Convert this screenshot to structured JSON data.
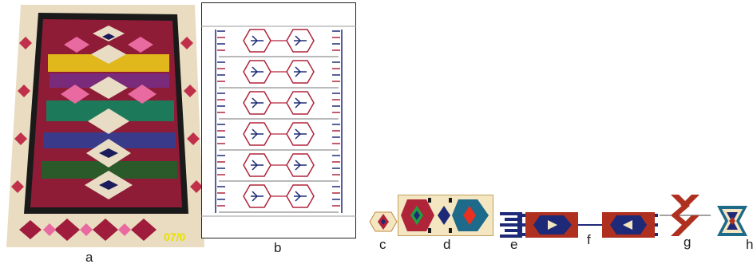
{
  "labels": {
    "a": "a",
    "b": "b",
    "c": "c",
    "d": "d",
    "e": "e",
    "f": "f",
    "g": "g",
    "h": "h"
  },
  "photo_date_stamp": "07/0",
  "colors": {
    "kilim_red": "#a01c3c",
    "kilim_pink": "#e86aa0",
    "kilim_yellow": "#e0b81c",
    "kilim_green": "#1c7a5a",
    "kilim_navy": "#1c1c5c",
    "kilim_cream": "#f0e6c8",
    "motif_red": "#b0243a",
    "motif_blue": "#1e2a78",
    "motif_brick": "#b03020",
    "motif_teal": "#1e6a8a",
    "motif_green": "#20a040",
    "motif_cream": "#f4e6c0",
    "diagram_line": "#444444"
  }
}
